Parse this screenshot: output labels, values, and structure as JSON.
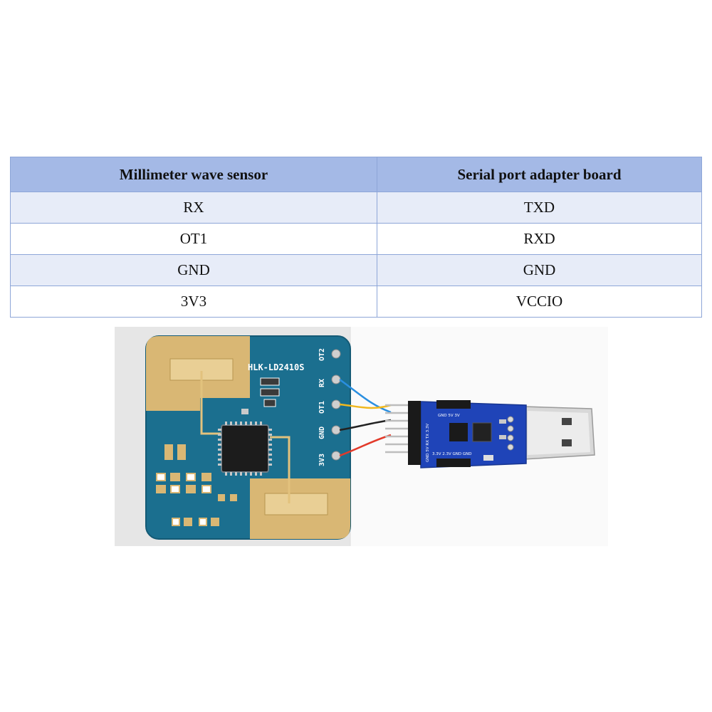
{
  "table": {
    "headers": [
      "Millimeter wave sensor",
      "Serial port adapter board"
    ],
    "rows": [
      [
        "RX",
        "TXD"
      ],
      [
        "OT1",
        "RXD"
      ],
      [
        "GND",
        "GND"
      ],
      [
        "3V3",
        "VCCIO"
      ]
    ]
  },
  "sensor_board": {
    "model_label": "HLK-LD2410S",
    "pin_labels": [
      "OT2",
      "RX",
      "OT1",
      "GND",
      "3V3"
    ]
  },
  "adapter_board": {
    "top_header_label": "GND 5V 3V",
    "side_header_label": "GND 5V RX TX 3.3V",
    "bottom_header_label": "3.3V 2.3V GND GND"
  },
  "wire_colors": {
    "rx": "#2a8fe0",
    "ot1": "#f0b81e",
    "gnd": "#222222",
    "v3v3": "#e23a2a"
  },
  "colors": {
    "table_header_bg": "#a4b9e6",
    "table_row_alt_bg": "#e7ecf8",
    "table_border": "#8ea6d8",
    "pcb_blue": "#1b6f8f",
    "pcb_gold": "#d9b774",
    "adapter_blue": "#1f44b8"
  }
}
